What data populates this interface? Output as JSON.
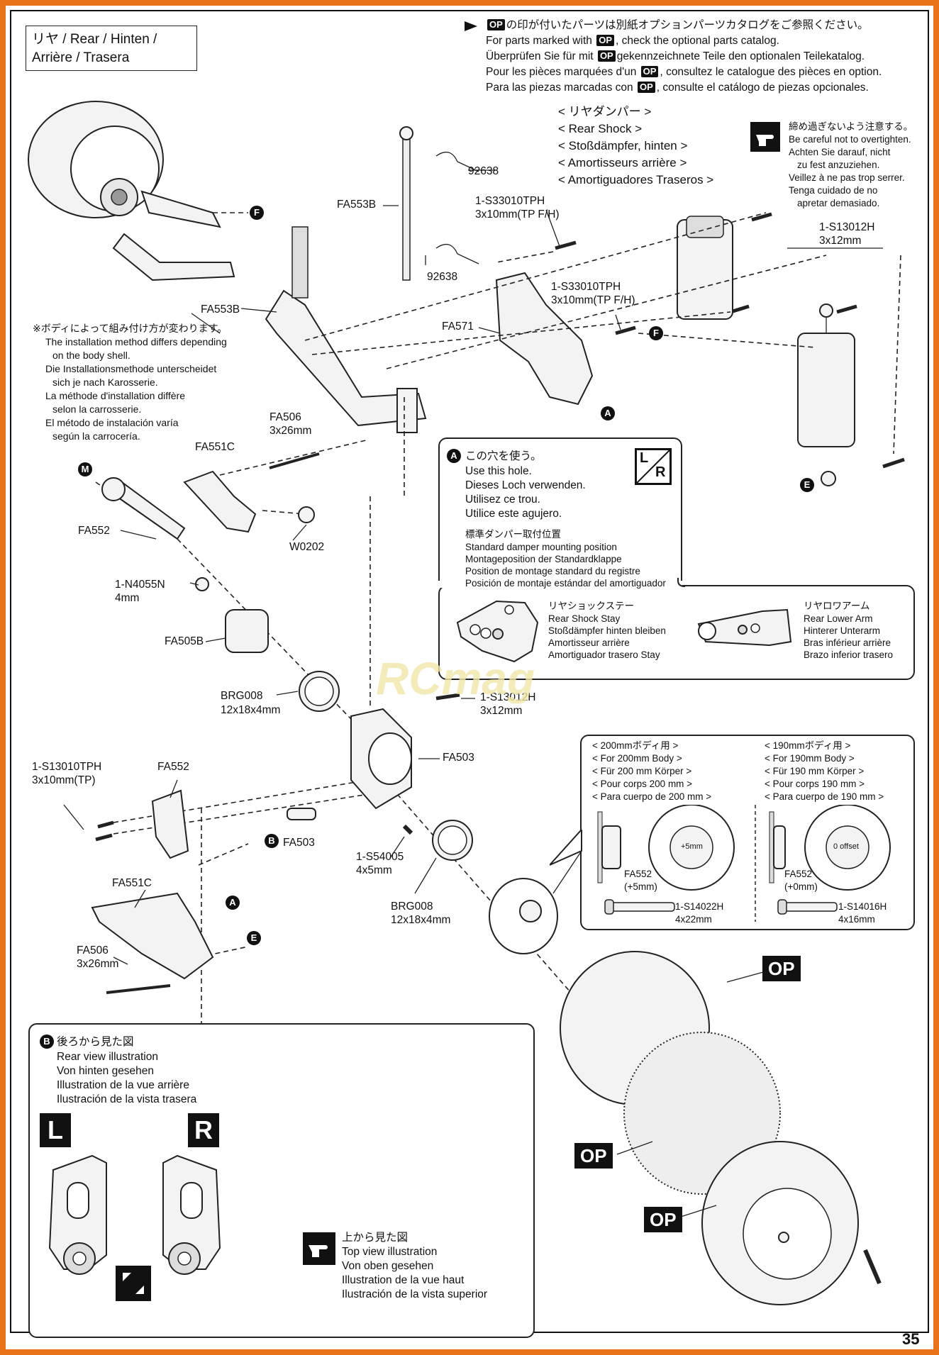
{
  "page_number": "35",
  "title_box": {
    "line1": "リヤ /  Rear / Hinten /",
    "line2": "Arrière / Trasera"
  },
  "op_note": {
    "op_badge": "OP",
    "line_ja": "の印が付いたパーツは別紙オプションパーツカタログをご参照ください。",
    "line_en_a": "For parts marked with",
    "line_en_b": ", check the optional parts catalog.",
    "line_de_a": "Überprüfen Sie für mit",
    "line_de_b": "gekennzeichnete Teile den optionalen Teilekatalog.",
    "line_fr_a": "Pour les pièces marquées d'un",
    "line_fr_b": ", consultez le catalogue des pièces en option.",
    "line_es_a": "Para las piezas marcadas con",
    "line_es_b": ", consulte el catálogo de piezas opcionales."
  },
  "rear_shock_heading": [
    "< リヤダンパー >",
    "< Rear Shock >",
    "< Stoßdämpfer, hinten >",
    "< Amortisseurs arrière >",
    "< Amortiguadores Traseros >"
  ],
  "caution_note": [
    "締め過ぎないよう注意する。",
    "Be careful not to overtighten.",
    "Achten Sie darauf, nicht",
    "zu fest anzuziehen.",
    "Veillez à ne pas trop serrer.",
    "Tenga cuidado de no",
    "apretar demasiado."
  ],
  "body_note": [
    "※ボディによって組み付け方が変わります。",
    "The installation method differs depending",
    "on the body shell.",
    "Die Installationsmethode unterscheidet",
    "sich je nach Karosserie.",
    "La méthode d'installation diffère",
    "selon la carrosserie.",
    "El método de instalación varía",
    "según la carrocería."
  ],
  "parts": {
    "p92638a": "92638",
    "p92638b": "92638",
    "fa553b_top": "FA553B",
    "fa553b_mid": "FA553B",
    "s33010_a1": "1-S33010TPH",
    "s33010_a2": "3x10mm(TP F/H)",
    "s33010_b1": "1-S33010TPH",
    "s33010_b2": "3x10mm(TP F/H)",
    "fa571": "FA571",
    "s13012h_a1": "1-S13012H",
    "s13012h_a2": "3x12mm",
    "fa506_a1": "FA506",
    "fa506_a2": "3x26mm",
    "fa551c_a": "FA551C",
    "fa552_a": "FA552",
    "w0202": "W0202",
    "n4055n_1": "1-N4055N",
    "n4055n_2": "4mm",
    "fa505b": "FA505B",
    "brg008_a1": "BRG008",
    "brg008_a2": "12x18x4mm",
    "s13012h_b1": "1-S13012H",
    "s13012h_b2": "3x12mm",
    "fa503_a": "FA503",
    "s13010tph_1": "1-S13010TPH",
    "s13010tph_2": "3x10mm(TP)",
    "fa552_b": "FA552",
    "fa503_b": "FA503",
    "s54005_1": "1-S54005",
    "s54005_2": "4x5mm",
    "brg008_b1": "BRG008",
    "brg008_b2": "12x18x4mm",
    "fa551c_b": "FA551C",
    "fa506_b1": "FA506",
    "fa506_b2": "3x26mm"
  },
  "markers": {
    "F": "F",
    "E": "E",
    "A": "A",
    "M": "M",
    "B": "B"
  },
  "hole_panel": {
    "lines": [
      "この穴を使う。",
      "Use this hole.",
      "Dieses Loch verwenden.",
      "Utilisez ce trou.",
      "Utilice este agujero."
    ],
    "lr_l": "L",
    "lr_r": "R",
    "standard": [
      "標準ダンパー取付位置",
      "Standard damper mounting position",
      "Montageposition der Standardklappe",
      "Position de montage standard du registre",
      "Posición de montaje estándar del amortiguador"
    ],
    "stay": [
      "リヤショックステー",
      "Rear Shock Stay",
      "Stoßdämpfer hinten bleiben",
      "Amortisseur arrière",
      "Amortiguador trasero Stay"
    ],
    "arm": [
      "リヤロワアーム",
      "Rear Lower Arm",
      "Hinterer Unterarm",
      "Bras inférieur arrière",
      "Brazo inferior trasero"
    ]
  },
  "body_panel": {
    "body200": [
      "< 200mmボディ用 >",
      "< For 200mm Body >",
      "< Für 200 mm Körper >",
      "< Pour corps 200 mm >",
      "< Para cuerpo de 200 mm >"
    ],
    "body190": [
      "< 190mmボディ用 >",
      "< For 190mm Body >",
      "< Für 190 mm Körper >",
      "< Pour corps 190 mm >",
      "< Para cuerpo de 190 mm >"
    ],
    "fa552_200_1": "FA552",
    "fa552_200_2": "(+5mm)",
    "fa552_190_1": "FA552",
    "fa552_190_2": "(+0mm)",
    "s14022h_1": "1-S14022H",
    "s14022h_2": "4x22mm",
    "s14016h_1": "1-S14016H",
    "s14016h_2": "4x16mm",
    "hub_200": "+5mm",
    "hub_190": "0 offset"
  },
  "rear_view_panel": {
    "lines": [
      "後ろから見た図",
      "Rear view illustration",
      "Von hinten gesehen",
      "Illustration de la vue arrière",
      "Ilustración de la vista trasera"
    ],
    "l": "L",
    "r": "R"
  },
  "top_view": [
    "上から見た図",
    "Top view illustration",
    "Von oben gesehen",
    "Illustration de la vue haut",
    "Ilustración de la vista superior"
  ],
  "op_badges": [
    "OP",
    "OP",
    "OP"
  ],
  "watermark": "RCmag"
}
